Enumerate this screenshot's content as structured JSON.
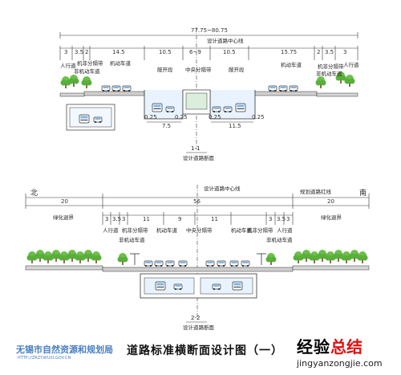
{
  "drawing_title": "道路标准横断面设计图（一）",
  "agency": {
    "name": "无锡市自然资源和规划局",
    "url": "HTTP://ZRZY.WUXI.GOV.CN"
  },
  "watermark": {
    "text_dark": "经验",
    "text_red": "总结",
    "url": "jingyanzongjie.com"
  },
  "section1": {
    "total_width": "77.75~80.75",
    "centerline": "设计道路中心线",
    "widths": [
      "3",
      "3.5",
      "2",
      "14.5",
      "10.5",
      "6~9",
      "10.5",
      "15.75",
      "2",
      "3.5",
      "3"
    ],
    "labels": {
      "walk_l": "人行道",
      "nonmotor_l": "机非分隔带",
      "motor_l": "机动车道",
      "open_l": "敞开段",
      "median": "中央分隔带",
      "open_r": "敞开段",
      "motor_r": "机动车道",
      "nonmotor_r": "机非分隔带",
      "walk_r": "人行道",
      "nonmotor_lane_l": "非机动车道",
      "nonmotor_lane_r": "非机动车道"
    },
    "tunnel_dims": {
      "left_a": "0.25",
      "left_w": "7.5",
      "left_b": "0.25",
      "right_a": "0.25",
      "right_w": "11.5",
      "right_b": "0.25"
    },
    "name": "1-1",
    "caption": "设计道路断面"
  },
  "section2": {
    "centerline": "设计道路中心线",
    "total": "56",
    "red_line": "规划道路红线",
    "north": "北",
    "south": "南",
    "green_l": "20",
    "green_r": "20",
    "widths": [
      "3",
      "3.5",
      "3",
      "11",
      "9",
      "11",
      "3",
      "3.5",
      "3"
    ],
    "labels": {
      "green_l": "绿化退界",
      "walk_l": "人行道",
      "nonmotor_l": "机非分隔带",
      "motor_l": "机动车道",
      "median": "中央分隔带",
      "motor_r": "机动车道",
      "nonmotor_r": "机非分隔带",
      "walk_r": "人行道",
      "green_r": "绿化退界",
      "nonmotor_lane_l": "非机动车道",
      "nonmotor_lane_r": "非机动车道"
    },
    "name": "2-2",
    "caption": "设计道路断面"
  }
}
